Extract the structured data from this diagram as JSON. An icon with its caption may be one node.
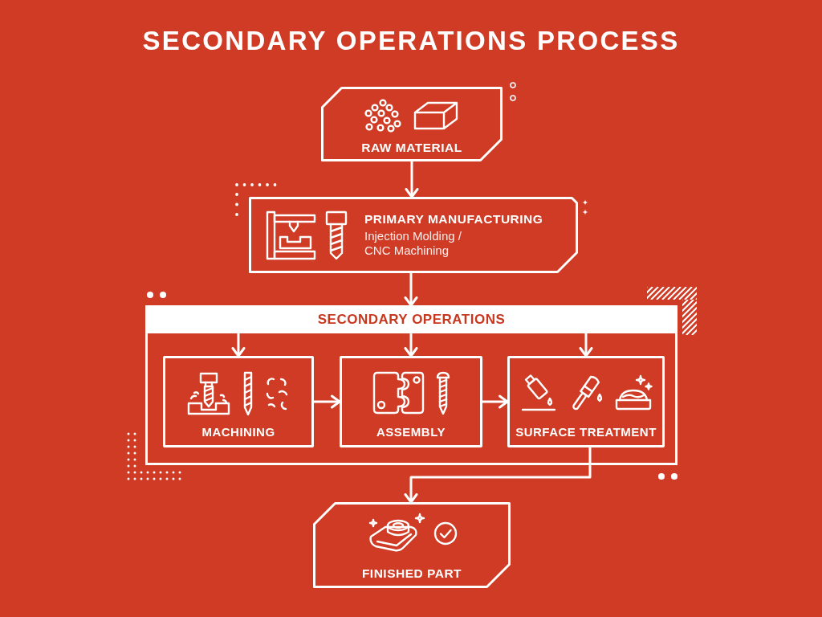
{
  "diagram": {
    "title": "SECONDARY OPERATIONS PROCESS",
    "nodes": [
      {
        "text": [
          "RAW MATERIAL"
        ]
      },
      {
        "text": [
          "PRIMARY MANUFACTURING",
          "Injection Molding / CNC Machining"
        ]
      },
      {
        "text": [],
        "shape": "box"
      },
      {
        "text": [
          "SECONDARY OPERATIONS"
        ],
        "in": 2
      },
      {
        "text": [
          "MACHINING"
        ],
        "in": 2
      },
      {
        "text": [
          "ASSEMBLY"
        ],
        "in": 2
      },
      {
        "text": [
          "SURFACE TREATMENT"
        ],
        "in": 2
      },
      {
        "text": [
          "FINISHED PART"
        ]
      }
    ],
    "edges": [
      {
        "from": 0,
        "to": 1,
        "arrow": "to"
      },
      {
        "from": 1,
        "to": 3,
        "arrow": "to"
      },
      {
        "from": 3,
        "to": 4,
        "arrow": "to"
      },
      {
        "from": 3,
        "to": 5,
        "arrow": "to"
      },
      {
        "from": 3,
        "to": 6,
        "arrow": "to"
      },
      {
        "from": 4,
        "to": 5,
        "arrow": "to"
      },
      {
        "from": 5,
        "to": 6,
        "arrow": "to"
      },
      {
        "from": 6,
        "to": 7,
        "arrow": "to"
      }
    ]
  }
}
